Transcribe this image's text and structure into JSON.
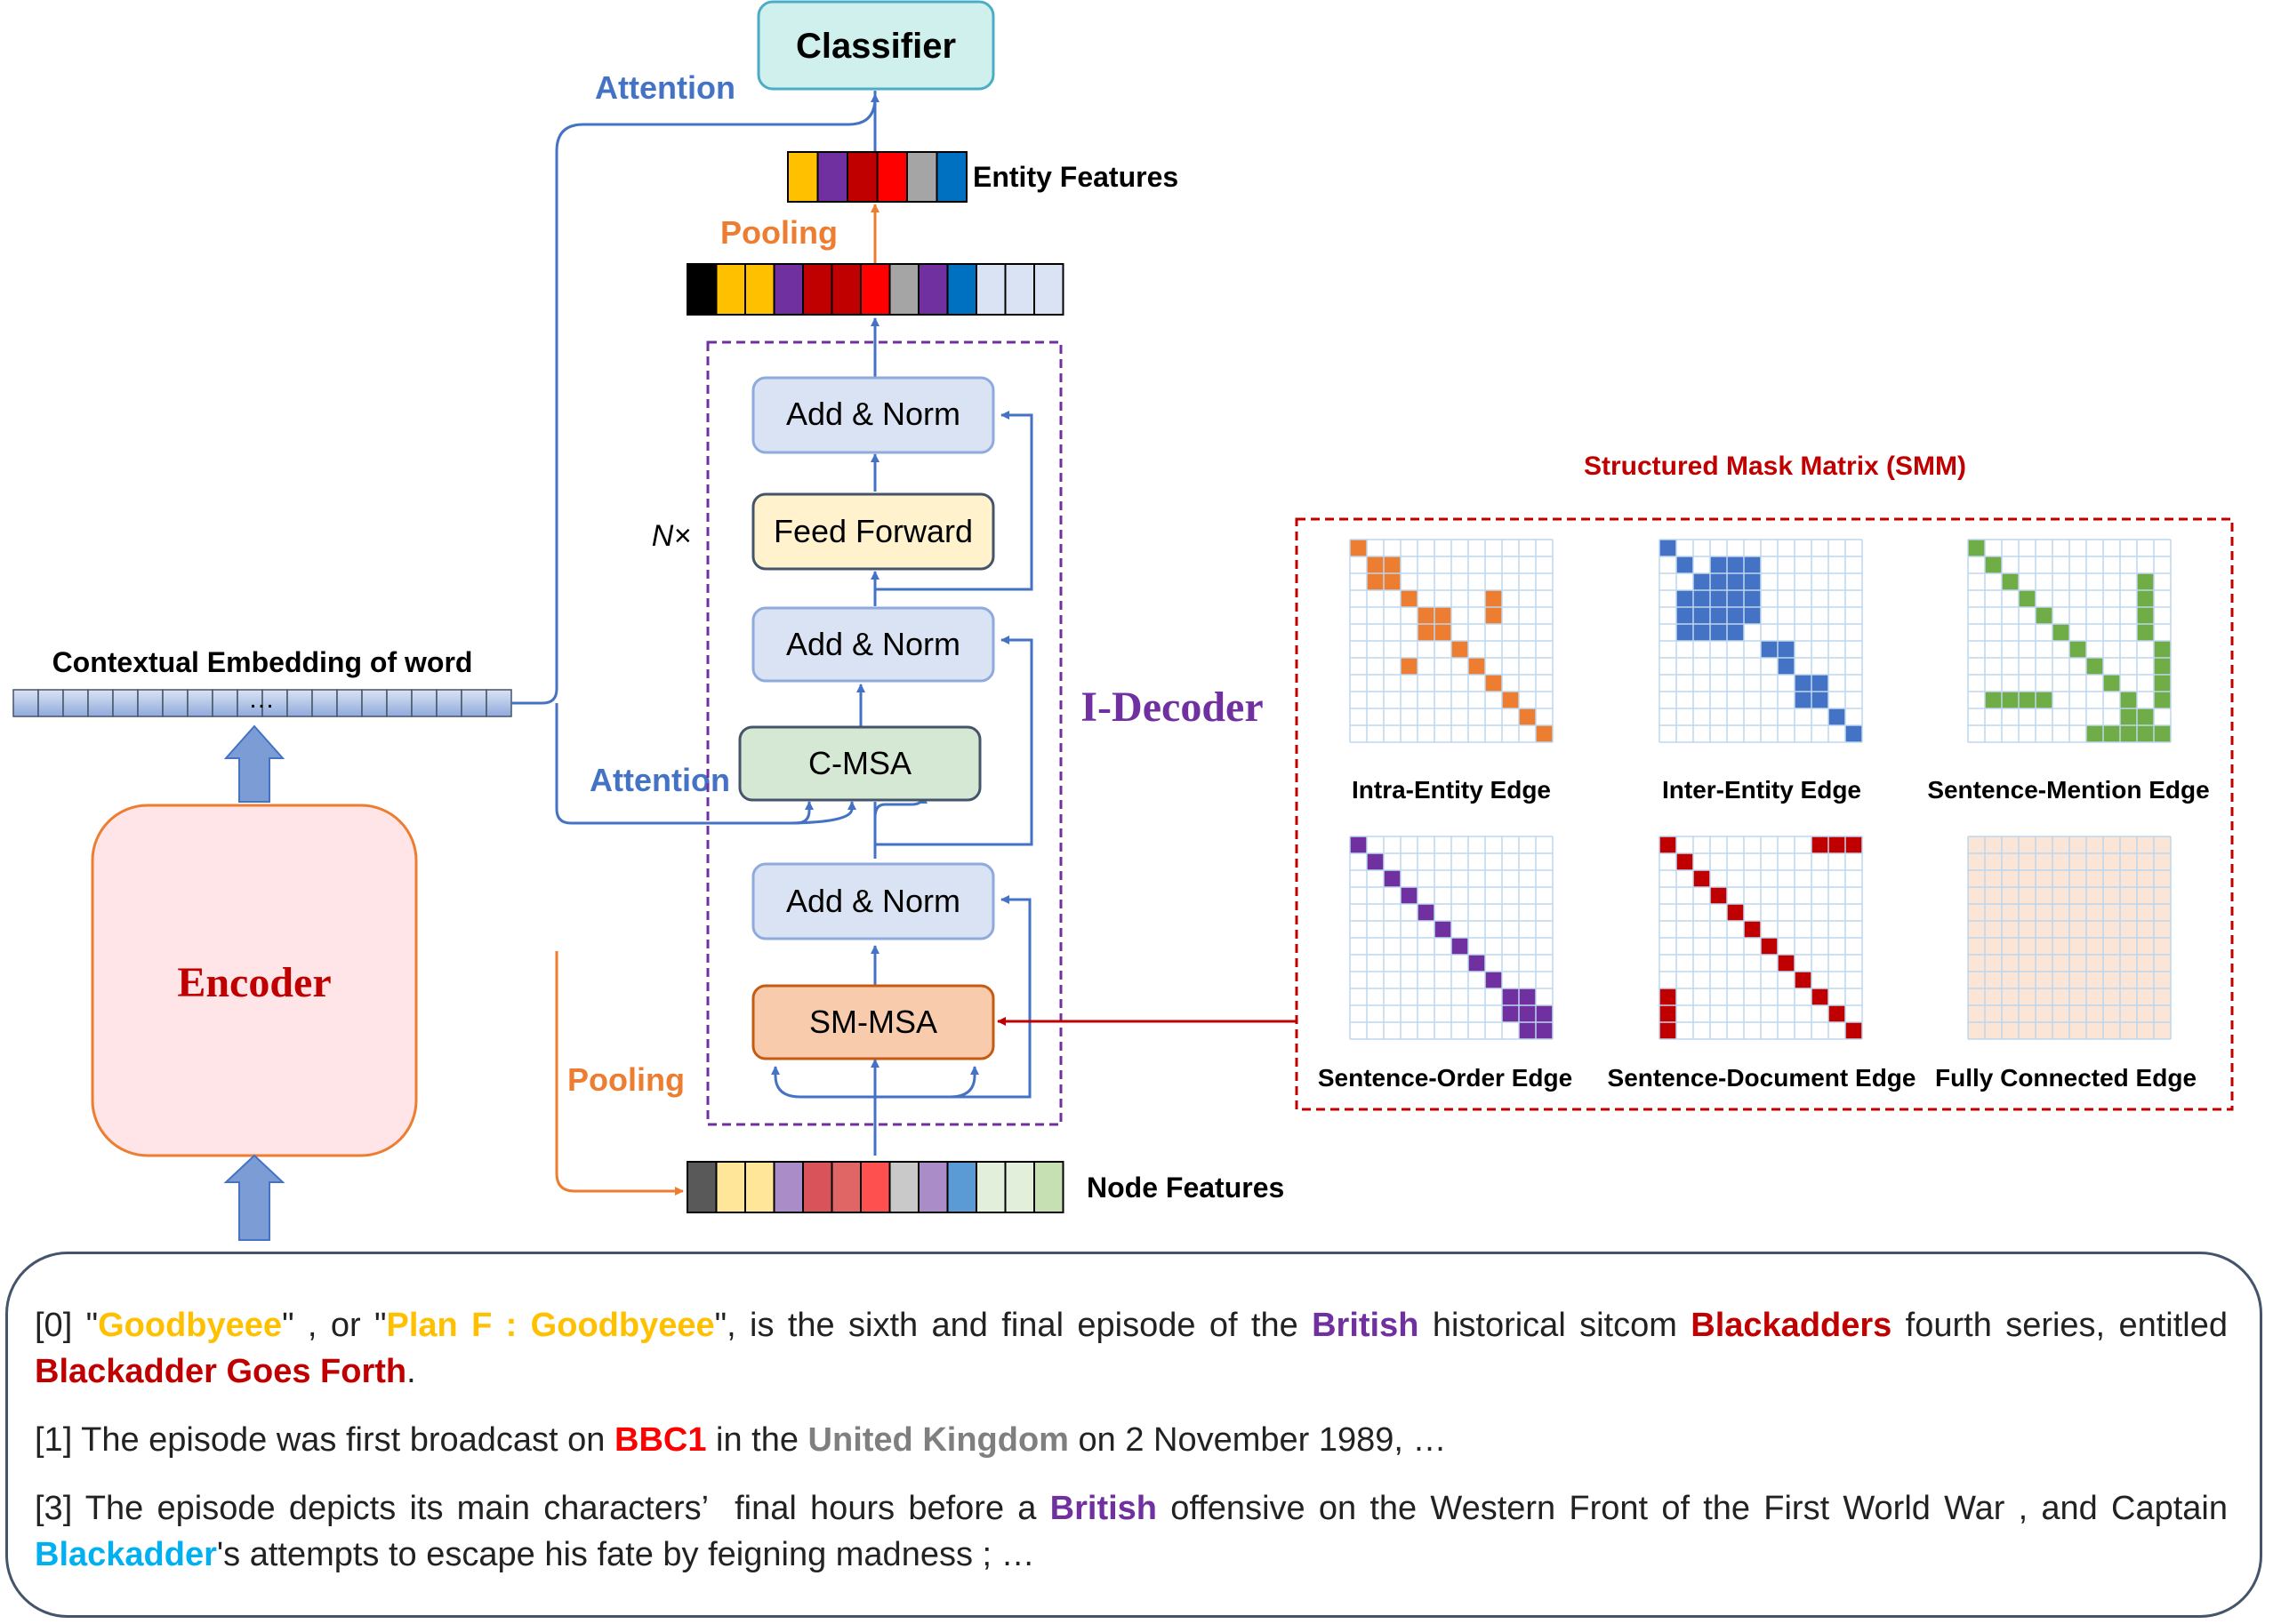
{
  "diagram": {
    "classifier": "Classifier",
    "attention_top": "Attention",
    "attention_mid": "Attention",
    "entity_features": "Entity Features",
    "pooling_top": "Pooling",
    "pooling_left": "Pooling",
    "node_features": "Node Features",
    "contextual_embedding": "Contextual Embedding of word",
    "embedding_ellipsis": "…",
    "encoder": "Encoder",
    "decoder_name": "I-Decoder",
    "repeat_label": "N×",
    "add_norm_1": "Add & Norm",
    "add_norm_2": "Add & Norm",
    "add_norm_3": "Add & Norm",
    "feed_forward": "Feed Forward",
    "c_msa": "C-MSA",
    "sm_msa": "SM-MSA",
    "smm_title": "Structured Mask Matrix (SMM)"
  },
  "feature_vectors": {
    "entity": [
      "#FFC000",
      "#7030A0",
      "#C00000",
      "#FF0000",
      "#A5A5A5",
      "#0070C0"
    ],
    "pooled": [
      "#000000",
      "#FFC000",
      "#FFC000",
      "#7030A0",
      "#C00000",
      "#C00000",
      "#FF0000",
      "#A5A5A5",
      "#7030A0",
      "#0070C0",
      "#DAE3F3",
      "#DAE3F3",
      "#DAE3F3"
    ],
    "node": [
      "#595959",
      "#FFE699",
      "#FFE699",
      "#A98CC8",
      "#D9535A",
      "#E06666",
      "#FF5050",
      "#C9C9C9",
      "#A98CC8",
      "#5B9BD5",
      "#E2EFDA",
      "#E2EFDA",
      "#C6E0B4"
    ]
  },
  "matrices": [
    {
      "label": "Intra-Entity Edge",
      "color": "#ED7D31",
      "cells": [
        [
          0,
          0
        ],
        [
          1,
          1
        ],
        [
          1,
          2
        ],
        [
          2,
          1
        ],
        [
          2,
          2
        ],
        [
          3,
          3
        ],
        [
          4,
          4
        ],
        [
          4,
          5
        ],
        [
          5,
          4
        ],
        [
          5,
          5
        ],
        [
          3,
          8
        ],
        [
          4,
          8
        ],
        [
          7,
          3
        ],
        [
          6,
          6
        ],
        [
          7,
          7
        ],
        [
          8,
          8
        ],
        [
          9,
          9
        ],
        [
          10,
          10
        ],
        [
          11,
          11
        ]
      ]
    },
    {
      "label": "Inter-Entity Edge",
      "color": "#4472C4",
      "cells": [
        [
          0,
          0
        ],
        [
          1,
          1
        ],
        [
          1,
          3
        ],
        [
          1,
          4
        ],
        [
          1,
          5
        ],
        [
          2,
          2
        ],
        [
          2,
          3
        ],
        [
          2,
          4
        ],
        [
          2,
          5
        ],
        [
          3,
          1
        ],
        [
          3,
          2
        ],
        [
          3,
          3
        ],
        [
          3,
          4
        ],
        [
          3,
          5
        ],
        [
          4,
          1
        ],
        [
          4,
          2
        ],
        [
          4,
          3
        ],
        [
          4,
          4
        ],
        [
          4,
          5
        ],
        [
          5,
          1
        ],
        [
          5,
          2
        ],
        [
          5,
          3
        ],
        [
          5,
          4
        ],
        [
          6,
          6
        ],
        [
          6,
          7
        ],
        [
          7,
          7
        ],
        [
          8,
          8
        ],
        [
          8,
          9
        ],
        [
          9,
          8
        ],
        [
          9,
          9
        ],
        [
          10,
          10
        ],
        [
          11,
          11
        ]
      ]
    },
    {
      "label": "Sentence-Mention Edge",
      "color": "#70AD47",
      "cells": [
        [
          0,
          0
        ],
        [
          1,
          1
        ],
        [
          2,
          2
        ],
        [
          3,
          3
        ],
        [
          4,
          4
        ],
        [
          5,
          5
        ],
        [
          6,
          6
        ],
        [
          7,
          7
        ],
        [
          8,
          8
        ],
        [
          9,
          9
        ],
        [
          10,
          10
        ],
        [
          11,
          11
        ],
        [
          2,
          10
        ],
        [
          3,
          10
        ],
        [
          4,
          10
        ],
        [
          5,
          10
        ],
        [
          6,
          11
        ],
        [
          7,
          11
        ],
        [
          8,
          11
        ],
        [
          9,
          11
        ],
        [
          9,
          1
        ],
        [
          9,
          2
        ],
        [
          9,
          3
        ],
        [
          9,
          4
        ],
        [
          11,
          7
        ],
        [
          11,
          8
        ],
        [
          11,
          9
        ],
        [
          11,
          10
        ],
        [
          10,
          9
        ]
      ]
    },
    {
      "label": "Sentence-Order Edge",
      "color": "#7030A0",
      "cells": [
        [
          0,
          0
        ],
        [
          1,
          1
        ],
        [
          2,
          2
        ],
        [
          3,
          3
        ],
        [
          4,
          4
        ],
        [
          5,
          5
        ],
        [
          6,
          6
        ],
        [
          7,
          7
        ],
        [
          8,
          8
        ],
        [
          9,
          9
        ],
        [
          9,
          10
        ],
        [
          10,
          9
        ],
        [
          10,
          10
        ],
        [
          10,
          11
        ],
        [
          11,
          10
        ],
        [
          11,
          11
        ]
      ]
    },
    {
      "label": "Sentence-Document Edge",
      "color": "#C00000",
      "cells": [
        [
          0,
          0
        ],
        [
          1,
          1
        ],
        [
          2,
          2
        ],
        [
          3,
          3
        ],
        [
          4,
          4
        ],
        [
          5,
          5
        ],
        [
          6,
          6
        ],
        [
          7,
          7
        ],
        [
          8,
          8
        ],
        [
          9,
          9
        ],
        [
          10,
          10
        ],
        [
          11,
          11
        ],
        [
          0,
          9
        ],
        [
          0,
          10
        ],
        [
          0,
          11
        ],
        [
          9,
          0
        ],
        [
          10,
          0
        ],
        [
          11,
          0
        ]
      ]
    },
    {
      "label": "Fully Connected Edge",
      "color": "#FBE5D6",
      "cells": "all"
    }
  ],
  "sentences": [
    [
      {
        "t": "[0] \""
      },
      {
        "t": "Goodbyeee",
        "c": "#FFC000"
      },
      {
        "t": "\" , or \""
      },
      {
        "t": "Plan F : Goodbyeee",
        "c": "#FFC000"
      },
      {
        "t": "\", is the sixth and final episode of the "
      },
      {
        "t": "British",
        "c": "#7030A0"
      },
      {
        "t": " historical sitcom "
      },
      {
        "t": "Blackadders",
        "c": "#C00000"
      },
      {
        "t": " fourth series, entitled "
      },
      {
        "t": "Blackadder Goes Forth",
        "c": "#C00000"
      },
      {
        "t": "."
      }
    ],
    [
      {
        "t": "[1] The episode was first broadcast on "
      },
      {
        "t": "BBC1",
        "c": "#FF0000"
      },
      {
        "t": " in the "
      },
      {
        "t": "United Kingdom",
        "c": "#7F7F7F"
      },
      {
        "t": " on 2 November 1989, …"
      }
    ],
    [
      {
        "t": "[3] The episode depicts its main characters’  final hours before a "
      },
      {
        "t": "British",
        "c": "#7030A0"
      },
      {
        "t": " offensive on the Western Front of the First World War , and Captain "
      },
      {
        "t": "Blackadder",
        "c": "#00B0F0"
      },
      {
        "t": "'s attempts to escape his fate by feigning madness ; …"
      }
    ]
  ]
}
